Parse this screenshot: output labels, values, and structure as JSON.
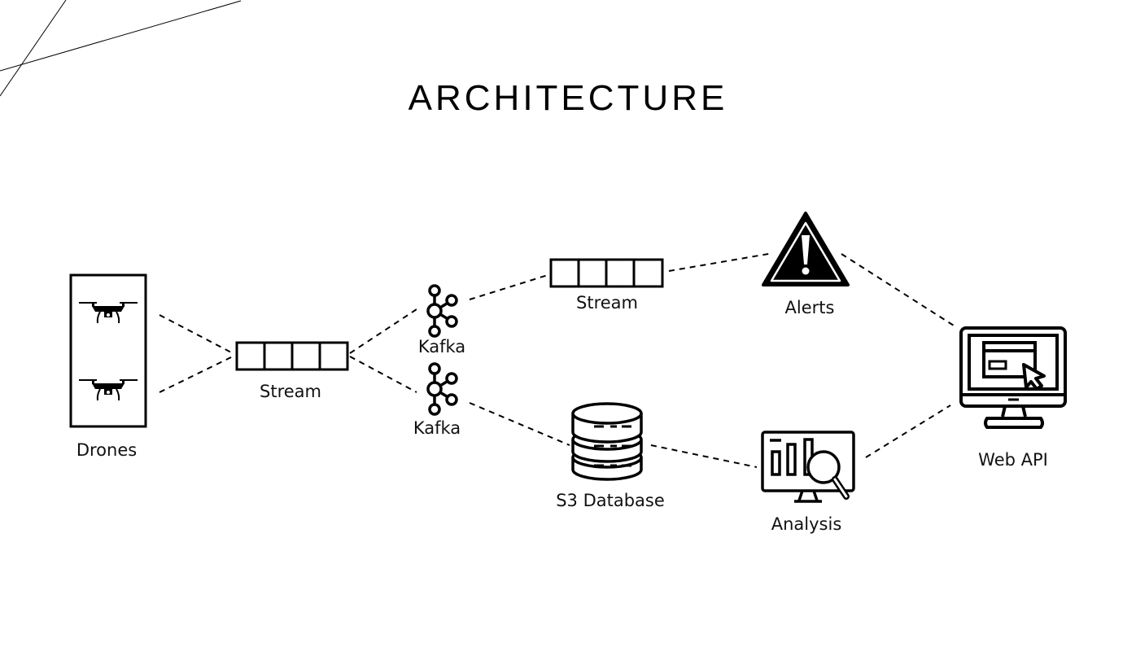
{
  "title": "ARCHITECTURE",
  "nodes": {
    "drones": {
      "label": "Drones",
      "icon": "drone-icon"
    },
    "stream_left": {
      "label": "Stream",
      "icon": "queue-icon"
    },
    "kafka_top": {
      "label": "Kafka",
      "icon": "kafka-icon"
    },
    "kafka_bottom": {
      "label": "Kafka",
      "icon": "kafka-icon"
    },
    "stream_top": {
      "label": "Stream",
      "icon": "queue-icon"
    },
    "alerts": {
      "label": "Alerts",
      "icon": "warning-icon"
    },
    "s3_database": {
      "label": "S3 Database",
      "icon": "database-icon"
    },
    "analysis": {
      "label": "Analysis",
      "icon": "analysis-monitor-icon"
    },
    "web_api": {
      "label": "Web API",
      "icon": "monitor-icon"
    }
  },
  "edges": [
    [
      "drones",
      "stream_left"
    ],
    [
      "stream_left",
      "kafka_top"
    ],
    [
      "stream_left",
      "kafka_bottom"
    ],
    [
      "kafka_top",
      "stream_top"
    ],
    [
      "stream_top",
      "alerts"
    ],
    [
      "alerts",
      "web_api"
    ],
    [
      "kafka_bottom",
      "s3_database"
    ],
    [
      "s3_database",
      "analysis"
    ],
    [
      "analysis",
      "web_api"
    ]
  ],
  "colors": {
    "stroke": "#000000",
    "background": "#ffffff"
  }
}
